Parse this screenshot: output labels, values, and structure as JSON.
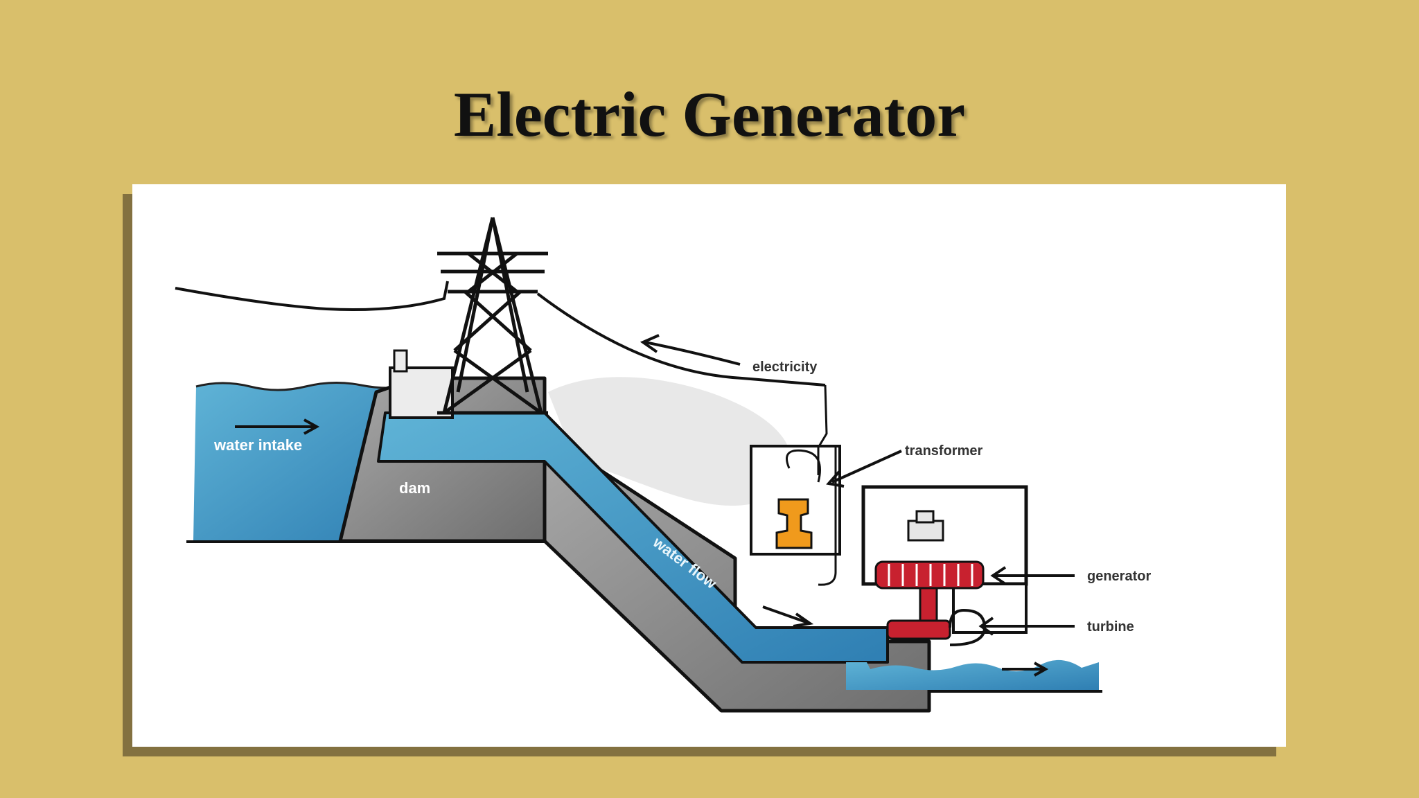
{
  "slide": {
    "title": "Electric Generator"
  },
  "diagram": {
    "labels": {
      "electricity": "electricity",
      "transformer": "transformer",
      "generator": "generator",
      "turbine": "turbine",
      "water_intake": "water intake",
      "dam": "dam",
      "water_flow": "water flow"
    },
    "colors": {
      "water": "#3f9fc8",
      "concrete": "#8a8a8a",
      "generator": "#c8212f",
      "transformer": "#f09a1c",
      "background": "#d9bf6b"
    }
  }
}
